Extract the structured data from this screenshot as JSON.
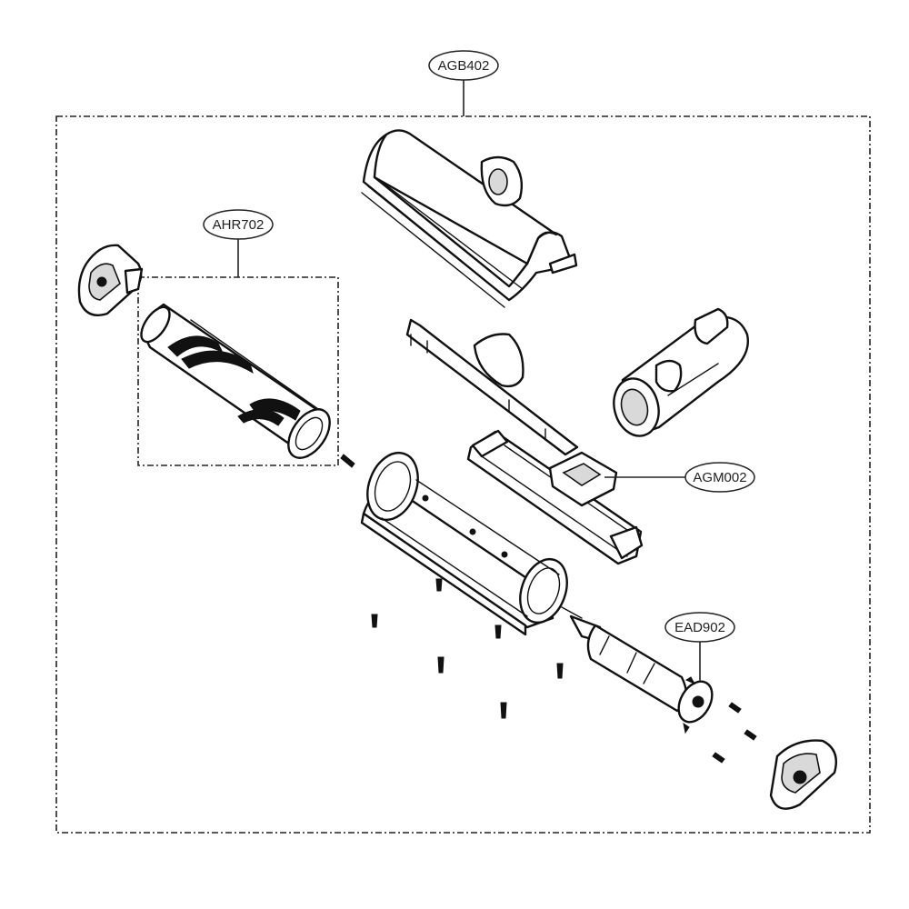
{
  "callouts": {
    "agb": "AGB402",
    "ahr": "AHR702",
    "agm": "AGM002",
    "ead": "EAD902"
  },
  "colors": {
    "line": "#111111",
    "background": "#ffffff"
  }
}
